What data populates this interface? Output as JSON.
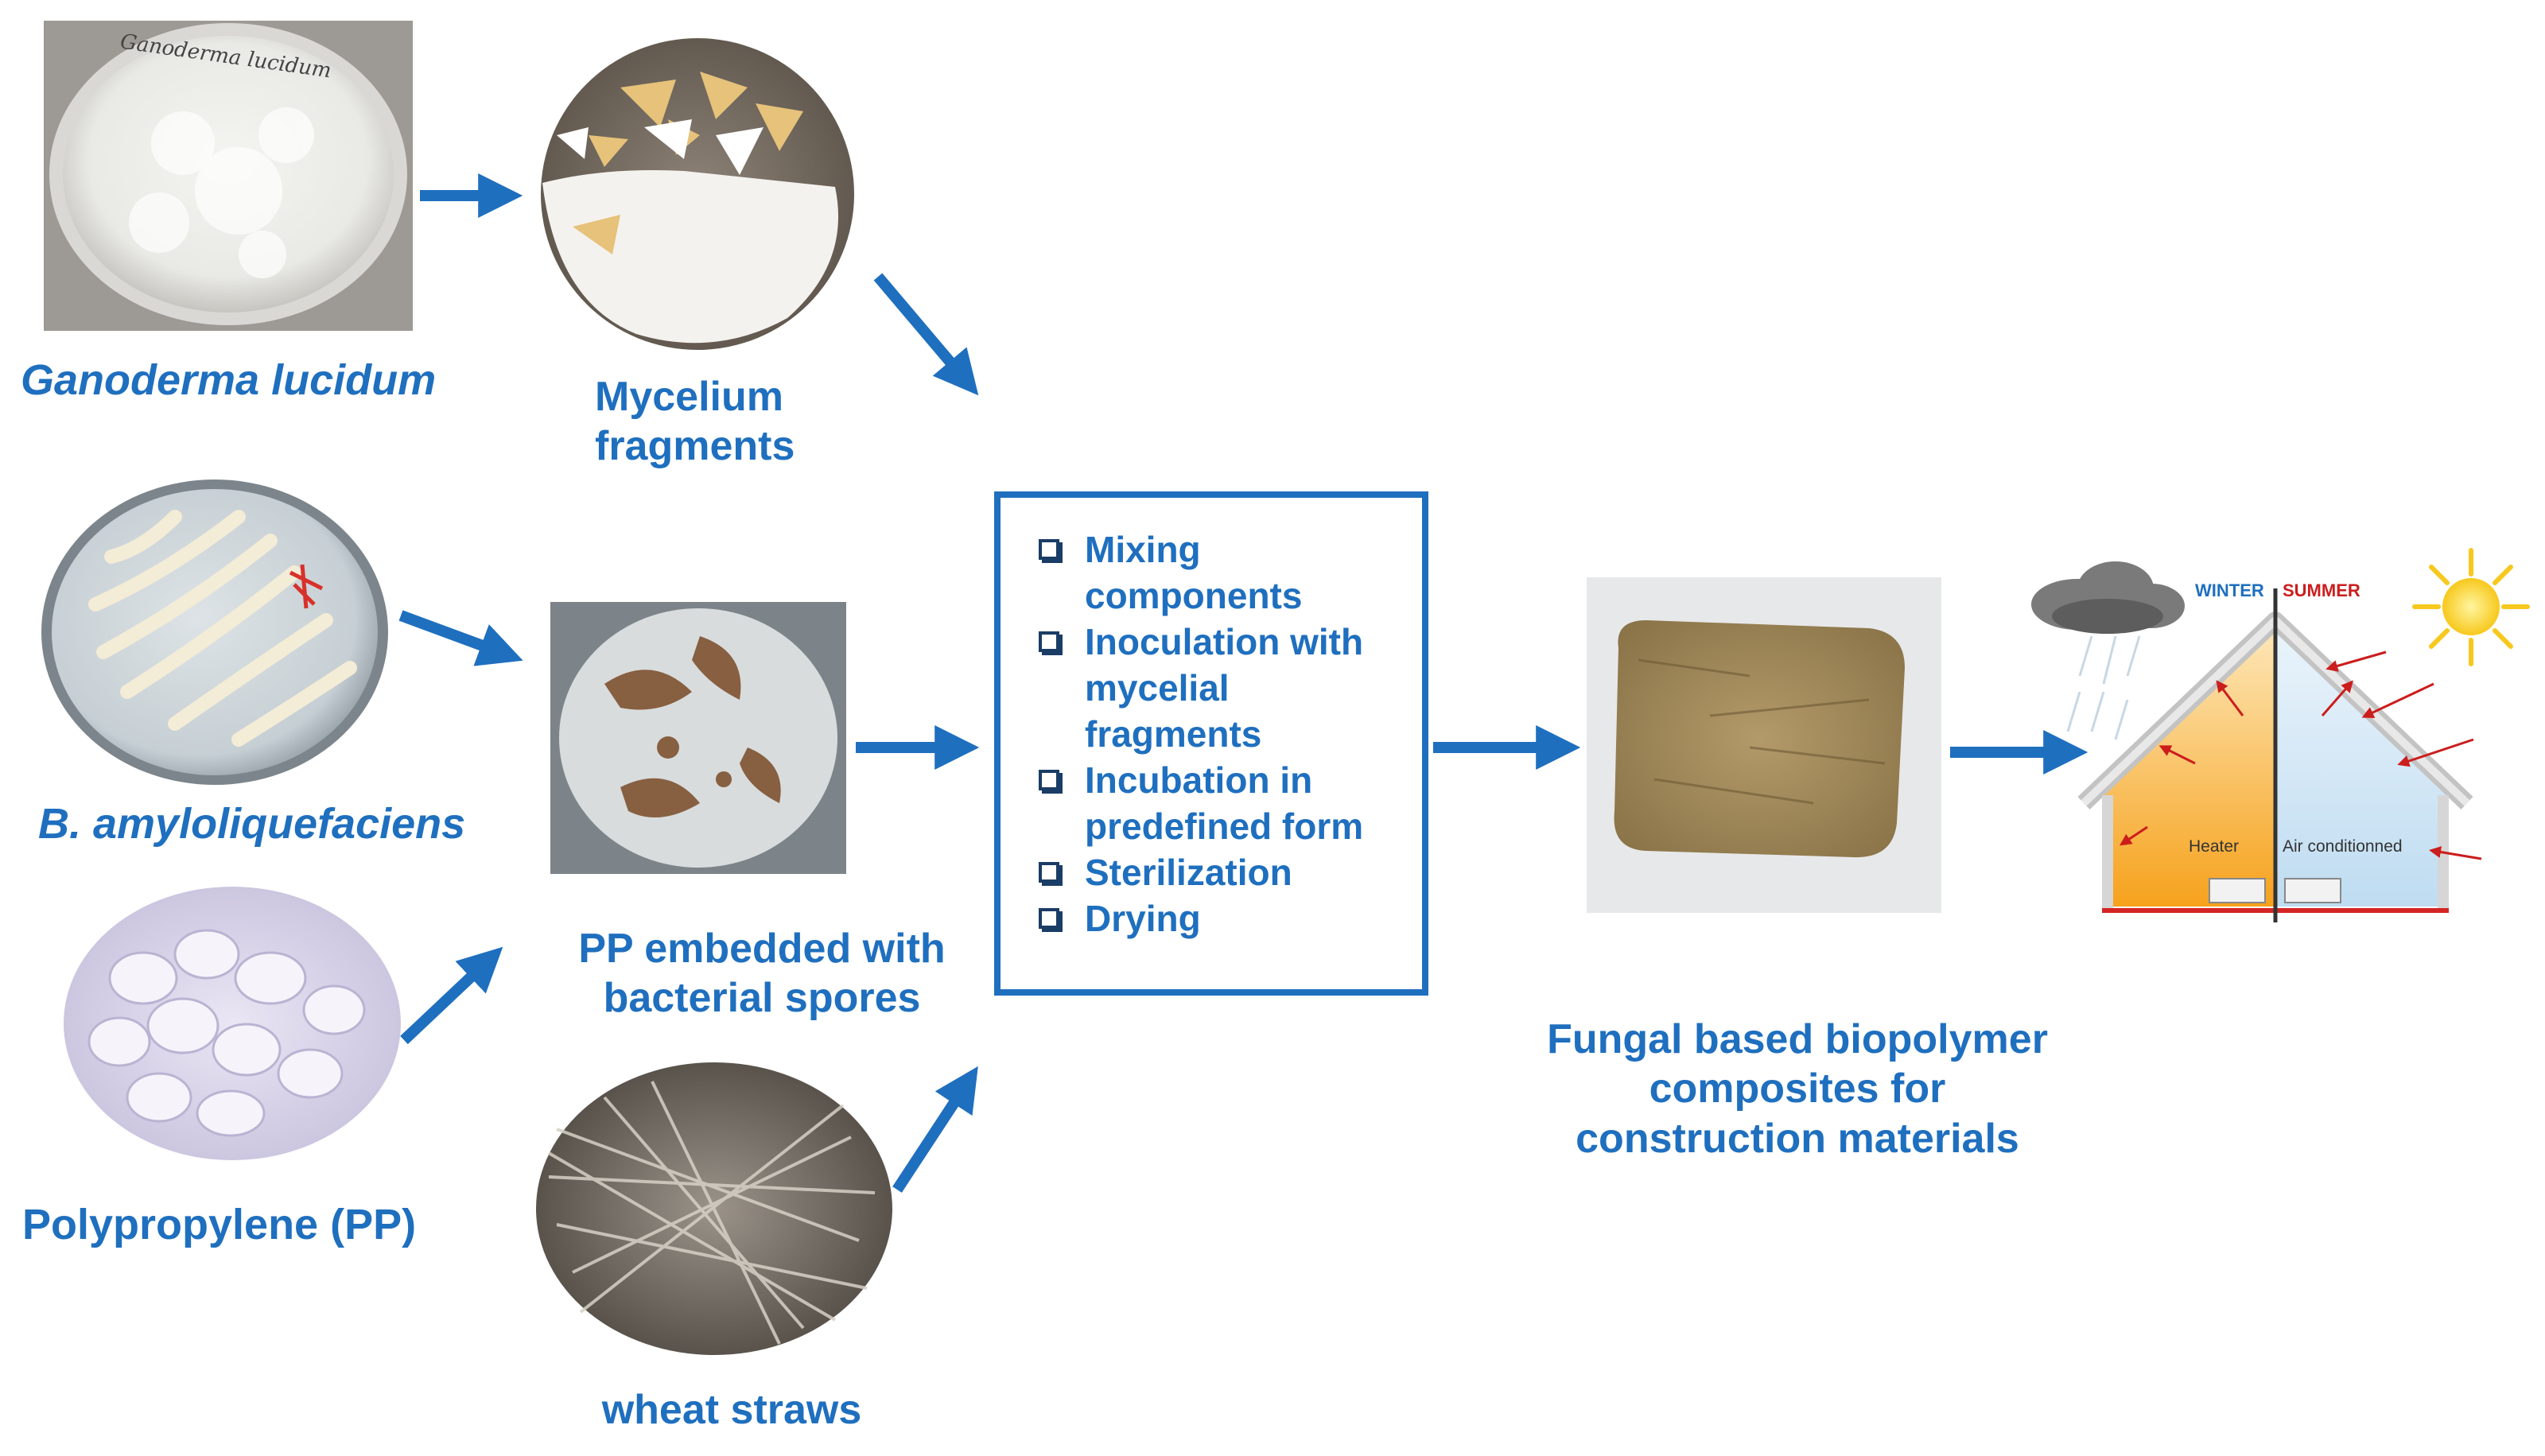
{
  "labels": {
    "ganoderma": "Ganoderma lucidum",
    "mycelium": [
      "Mycelium",
      "fragments"
    ],
    "bacillus": "B. amyloliquefaciens",
    "pp_embedded": [
      "PP embedded with",
      "bacterial spores"
    ],
    "polypropylene": "Polypropylene (PP)",
    "wheat": "wheat straws",
    "product": [
      "Fungal based biopolymer",
      "composites for",
      "construction materials"
    ]
  },
  "process_steps": [
    "Mixing components",
    "Inoculation with mycelial fragments",
    "Incubation in predefined form",
    "Sterilization",
    "Drying"
  ],
  "plate_handwriting": "Ganoderma lucidum",
  "house": {
    "winter": "WINTER",
    "summer": "SUMMER",
    "heater": "Heater",
    "air_conditioned": "Air conditionned"
  },
  "colors": {
    "accent": "#1f6fbf",
    "arrow": "#1f6fbf",
    "heat_arrow": "#cc1d1d"
  }
}
